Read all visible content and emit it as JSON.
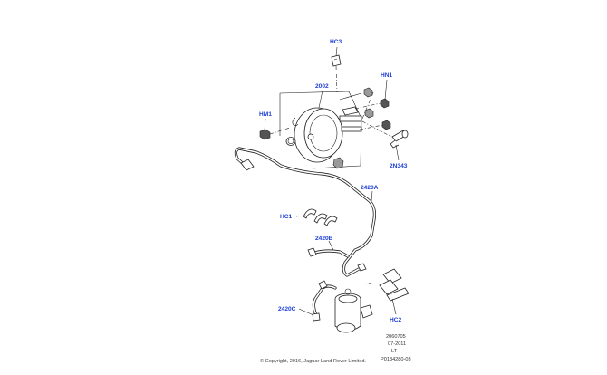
{
  "callouts": {
    "hc3": "HC3",
    "n2002": "2002",
    "hn1": "HN1",
    "hm1": "HM1",
    "n2n343": "2N343",
    "n2420a": "2420A",
    "hc1": "HC1",
    "n2420b": "2420B",
    "n2420c": "2420C",
    "hc2": "HC2"
  },
  "reference_block": {
    "line1": "2060705",
    "line2": "07-2011",
    "line3": "LT",
    "line4": "P0134280-03"
  },
  "copyright": "© Copyright, 2016, Jaguar Land Rover Limited."
}
